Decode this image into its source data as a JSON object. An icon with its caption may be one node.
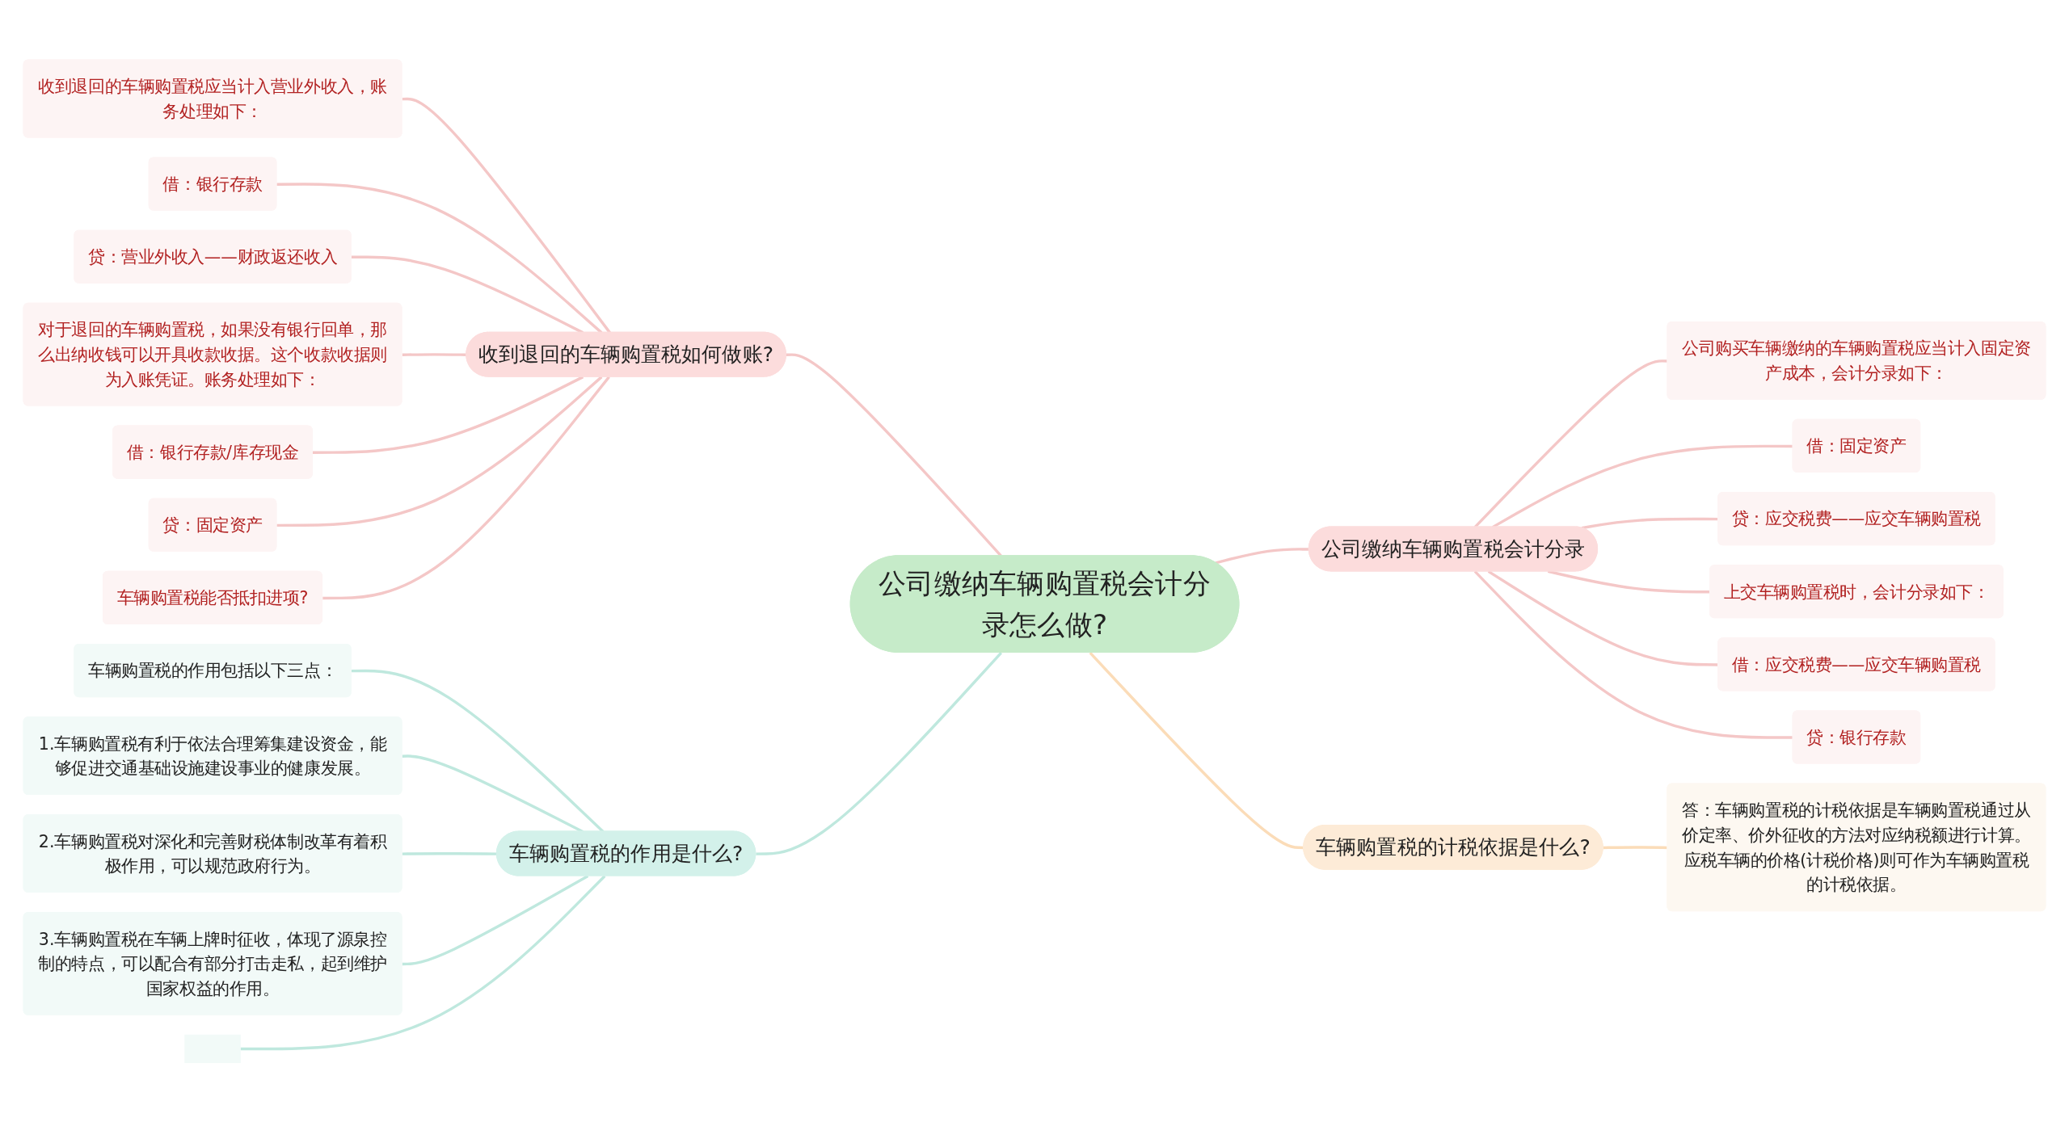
{
  "diagram": {
    "nodes": [
      {
        "text": [
          "公司缴纳车辆购置税会计分录怎么做?"
        ]
      },
      {
        "text": [
          "收到退回的车辆购置税如何做账?"
        ]
      },
      {
        "text": [
          "收到退回的车辆购置税应当计入营业外收入，账务处理如下："
        ]
      },
      {
        "text": [
          "借：银行存款"
        ]
      },
      {
        "text": [
          "贷：营业外收入——财政返还收入"
        ]
      },
      {
        "text": [
          "对于退回的车辆购置税，如果没有银行回单，那么出纳收钱可以开具收款收据。这个收款收据则为入账凭证。账务处理如下："
        ]
      },
      {
        "text": [
          "借：银行存款/库存现金"
        ]
      },
      {
        "text": [
          "贷：固定资产"
        ]
      },
      {
        "text": [
          "车辆购置税能否抵扣进项?"
        ]
      },
      {
        "text": [
          "车辆购置税的作用是什么?"
        ]
      },
      {
        "text": [
          "车辆购置税的作用包括以下三点："
        ]
      },
      {
        "text": [
          "1.车辆购置税有利于依法合理筹集建设资金，能够促进交通基础设施建设事业的健康发展。"
        ]
      },
      {
        "text": [
          "2.车辆购置税对深化和完善财税体制改革有着积极作用，可以规范政府行为。"
        ]
      },
      {
        "text": [
          "3.车辆购置税在车辆上牌时征收，体现了源泉控制的特点，可以配合有部分打击走私，起到维护国家权益的作用。"
        ]
      },
      {
        "text": [],
        "shape": "box"
      },
      {
        "text": [
          "公司缴纳车辆购置税会计分录"
        ]
      },
      {
        "text": [
          "公司购买车辆缴纳的车辆购置税应当计入固定资产成本，会计分录如下："
        ]
      },
      {
        "text": [
          "借：固定资产"
        ]
      },
      {
        "text": [
          "贷：应交税费——应交车辆购置税"
        ]
      },
      {
        "text": [
          "上交车辆购置税时，会计分录如下："
        ]
      },
      {
        "text": [
          "借：应交税费——应交车辆购置税"
        ]
      },
      {
        "text": [
          "贷：银行存款"
        ]
      },
      {
        "text": [
          "车辆购置税的计税依据是什么?"
        ]
      },
      {
        "text": [
          "答：车辆购置税的计税依据是车辆购置税通过从价定率、价外征收的方法对应纳税额进行计算。应税车辆的价格(计税价格)则可作为车辆购置税的计税依据。"
        ]
      }
    ],
    "edges": [
      {
        "from": 1,
        "to": 0,
        "arrow": "none"
      },
      {
        "from": 2,
        "to": 1,
        "arrow": "none"
      },
      {
        "from": 3,
        "to": 1,
        "arrow": "none"
      },
      {
        "from": 4,
        "to": 1,
        "arrow": "none"
      },
      {
        "from": 5,
        "to": 1,
        "arrow": "none"
      },
      {
        "from": 6,
        "to": 1,
        "arrow": "none"
      },
      {
        "from": 7,
        "to": 1,
        "arrow": "none"
      },
      {
        "from": 8,
        "to": 1,
        "arrow": "none"
      },
      {
        "from": 9,
        "to": 0,
        "arrow": "none",
        "color": "#bfe8de"
      },
      {
        "from": 10,
        "to": 9,
        "arrow": "none",
        "color": "#bfe8de"
      },
      {
        "from": 11,
        "to": 9,
        "arrow": "none",
        "color": "#bfe8de"
      },
      {
        "from": 12,
        "to": 9,
        "arrow": "none",
        "color": "#bfe8de"
      },
      {
        "from": 13,
        "to": 9,
        "arrow": "none",
        "color": "#bfe8de"
      },
      {
        "from": 14,
        "to": 9,
        "arrow": "none",
        "color": "#bfe8de"
      },
      {
        "from": 0,
        "to": 15,
        "arrow": "none"
      },
      {
        "from": 15,
        "to": 16,
        "arrow": "none"
      },
      {
        "from": 15,
        "to": 17,
        "arrow": "none"
      },
      {
        "from": 15,
        "to": 18,
        "arrow": "none"
      },
      {
        "from": 15,
        "to": 19,
        "arrow": "none"
      },
      {
        "from": 15,
        "to": 20,
        "arrow": "none"
      },
      {
        "from": 15,
        "to": 21,
        "arrow": "none"
      },
      {
        "from": 0,
        "to": 22,
        "arrow": "none",
        "color": "#fbdcb8"
      },
      {
        "from": 22,
        "to": 23,
        "arrow": "none",
        "color": "#fbdcb8"
      }
    ]
  }
}
